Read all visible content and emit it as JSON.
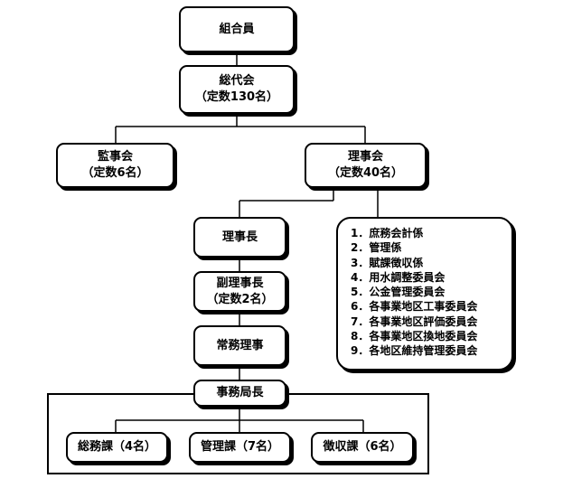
{
  "org": {
    "members": "組合員",
    "general_assembly": {
      "title": "総代会",
      "quota": "（定数130名）"
    },
    "auditors": {
      "title": "監事会",
      "quota": "（定数6名）"
    },
    "board": {
      "title": "理事会",
      "quota": "（定数40名）"
    },
    "chairman": "理事長",
    "vice_chairman": {
      "title": "副理事長",
      "quota": "（定数2名）"
    },
    "managing_director": "常務理事",
    "secretariat_head": "事務局長",
    "divisions": [
      {
        "label": "総務課（4名）"
      },
      {
        "label": "管理課（7名）"
      },
      {
        "label": "徴収課（6名）"
      }
    ],
    "committees": [
      "1．庶務会計係",
      "2．管理係",
      "3．賦課徴収係",
      "4．用水調整委員会",
      "5．公金管理委員会",
      "6．各事業地区工事委員会",
      "7．各事業地区評価委員会",
      "8．各事業地区換地委員会",
      "9．各地区維持管理委員会"
    ]
  }
}
